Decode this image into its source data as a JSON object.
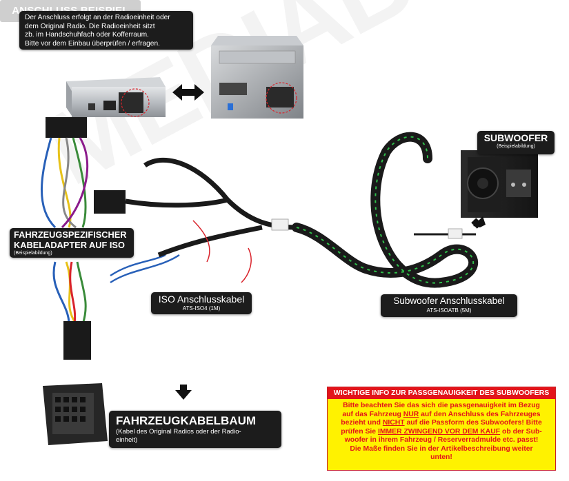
{
  "intro": {
    "lines": [
      "Der Anschluss erfolgt an der Radioeinheit oder",
      "dem Original Radio. Die Radioeinheit sitzt",
      "zb. im Handschuhfach oder Kofferraum.",
      "Bitte vor dem Einbau überprüfen / erfragen."
    ]
  },
  "example_badge": "ANSCHLUSS BEISPIEL",
  "watermark": "MEDIABOX",
  "vehicle_adapter": {
    "line1": "FAHRZEUGSPEZIFISCHER",
    "line2": "KABELADAPTER AUF ISO",
    "note": "(Beispielabildung)"
  },
  "iso_cable": {
    "title": "ISO Anschlusskabel",
    "code": "ATS-ISO4 (1M)"
  },
  "subwoofer_cable": {
    "title": "Subwoofer Anschlusskabel",
    "code": "ATS-ISOATB (5M)"
  },
  "subwoofer": {
    "title": "SUBWOOFER",
    "note": "(Beispielabildung)"
  },
  "harness": {
    "title": "FAHRZEUGKABELBAUM",
    "line1": "(Kabel des Original Radios oder der Radio-",
    "line2": "einheit)"
  },
  "warning": {
    "header": "WICHTIGE INFO ZUR PASSGENAUIGKEIT DES SUBWOOFERS",
    "p1": "Bitte beachten Sie das sich die passgenauigkeit im Bezug",
    "p2a": "auf das Fahrzeug ",
    "p2b": "NUR",
    "p2c": " auf den Anschluss des Fahrzeuges",
    "p3a": "bezieht und ",
    "p3b": "NICHT",
    "p3c": " auf die Passform des Subwoofers! Bitte",
    "p4a": "prüfen Sie ",
    "p4b": "IMMER ZWINGEND VOR DEM KAUF",
    "p4c": " ob der Sub-",
    "p5": "woofer in ihrem Fahrzeug / Reserverradmulde etc. passt!",
    "p6": "Die Maße finden Sie in der Artikelbeschreibung weiter",
    "p7": "unten!"
  },
  "colors": {
    "label_bg": "#1c1c1c",
    "badge_bg": "#cfcfcf",
    "warning_bg": "#fff200",
    "warning_red": "#e3141a",
    "sleeve_green": "#2fbf4a"
  }
}
